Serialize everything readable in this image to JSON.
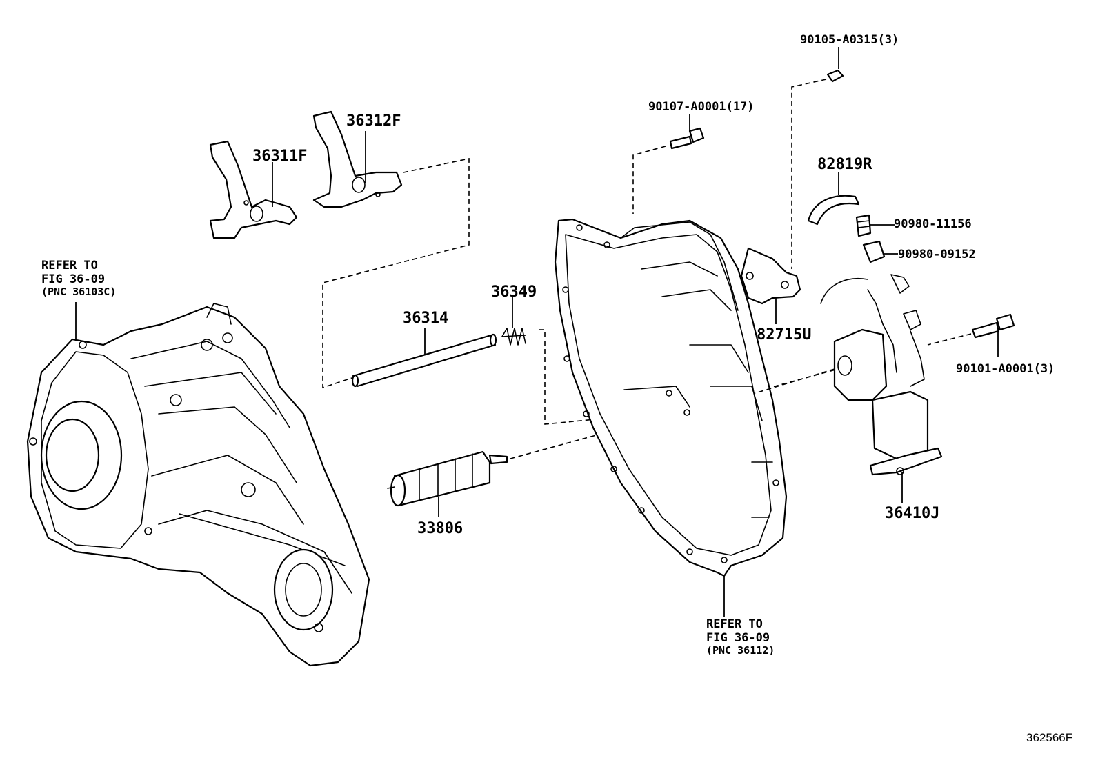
{
  "diagram": {
    "id_code": "362566F",
    "parts": {
      "p36311F": "36311F",
      "p36312F": "36312F",
      "p36314": "36314",
      "p36349": "36349",
      "p33806": "33806",
      "p90107": "90107-A0001(17)",
      "p90105": "90105-A0315(3)",
      "p82819R": "82819R",
      "p90980_11156": "90980-11156",
      "p90980_09152": "90980-09152",
      "p82715U": "82715U",
      "p90101": "90101-A0001(3)",
      "p36410J": "36410J"
    },
    "refs": {
      "left": {
        "line1": "REFER TO",
        "line2": "FIG 36-09",
        "line3": "(PNC 36103C)"
      },
      "bottom": {
        "line1": "REFER TO",
        "line2": "FIG 36-09",
        "line3": "(PNC 36112)"
      }
    }
  }
}
